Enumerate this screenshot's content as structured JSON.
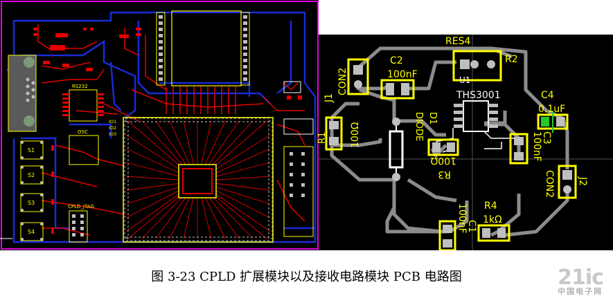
{
  "caption": "图 3-23 CPLD 扩展模块以及接收电路模块 PCB 电路图",
  "watermark": {
    "text": "21ic",
    "sub": "中国电子网"
  },
  "colors": {
    "board": "#000000",
    "trace_red": "#e60000",
    "trace_blue": "#1a2bd6",
    "silk": "#ffff00",
    "edge": "#e000e0",
    "pad": "#bfbfbf",
    "green": "#22cc22",
    "white": "#ffffff",
    "dark_pad": "#5a5a5a"
  },
  "left_board": {
    "labels": {
      "rs232": "RS232",
      "osc": "OSC",
      "jtag": "CPLD_JTAG",
      "s1": "S1",
      "s2": "S2",
      "s3": "S3",
      "s4": "S4",
      "io1": "IO1",
      "io2": "IO2",
      "io3": "IO3"
    }
  },
  "right_board": {
    "labels": {
      "res4": "RES4",
      "r2": "R2",
      "c2": "C2",
      "c2_val": "100nF",
      "u1": "U1",
      "u1_part": "THS3001",
      "c4": "C4",
      "c4_val": "0.1uF",
      "j1": "J1",
      "con2_a": "CON2",
      "r1": "R1",
      "r1_val": "100Ω",
      "d1": "D1",
      "d1_part": "DIODE",
      "r3": "R3",
      "r3_val": "100Ω",
      "c3": "C3",
      "c3_val": "100nF",
      "j2": "J2",
      "con2_b": "CON2",
      "r4": "R4",
      "r4_val": "1kΩ",
      "c1": "C1",
      "c1_val": "100nF"
    }
  }
}
